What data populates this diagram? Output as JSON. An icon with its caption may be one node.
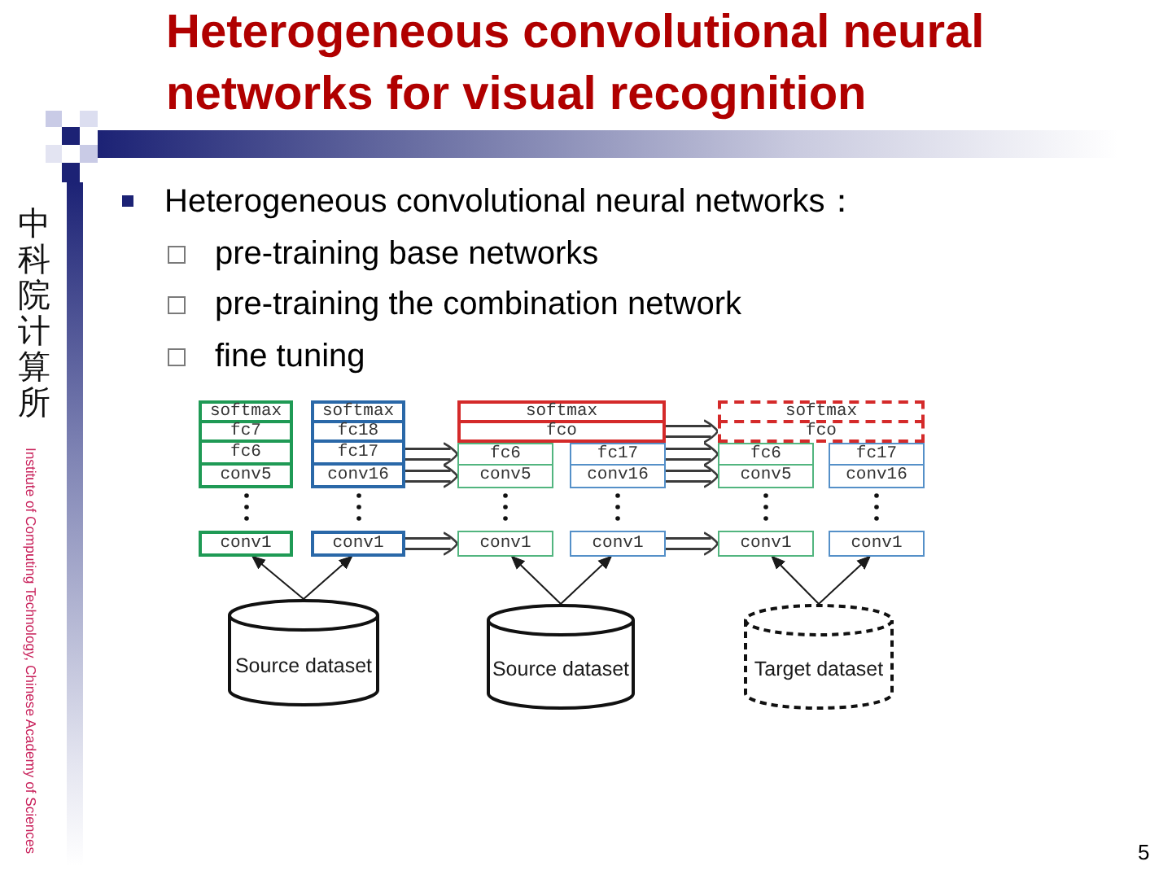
{
  "diagram": {
    "title": "Heterogeneous convolutional neural networks for visual recognition",
    "nodes": [
      {
        "text": [
          "softmax"
        ]
      },
      {
        "text": [
          "fc7"
        ]
      },
      {
        "text": [
          "fc6"
        ]
      },
      {
        "text": [
          "conv5"
        ]
      },
      {
        "text": [
          "conv1"
        ]
      },
      {
        "text": [
          "softmax"
        ]
      },
      {
        "text": [
          "fc18"
        ]
      },
      {
        "text": [
          "fc17"
        ]
      },
      {
        "text": [
          "conv16"
        ]
      },
      {
        "text": [
          "conv1"
        ]
      },
      {
        "text": [
          "softmax"
        ]
      },
      {
        "text": [
          "fco"
        ]
      },
      {
        "text": [
          "fc6"
        ]
      },
      {
        "text": [
          "conv5"
        ]
      },
      {
        "text": [
          "conv1"
        ]
      },
      {
        "text": [
          "fc17"
        ]
      },
      {
        "text": [
          "conv16"
        ]
      },
      {
        "text": [
          "conv1"
        ]
      },
      {
        "text": [
          "softmax"
        ]
      },
      {
        "text": [
          "fco"
        ]
      },
      {
        "text": [
          "fc6"
        ]
      },
      {
        "text": [
          "conv5"
        ]
      },
      {
        "text": [
          "conv1"
        ]
      },
      {
        "text": [
          "fc17"
        ]
      },
      {
        "text": [
          "conv16"
        ]
      },
      {
        "text": [
          "conv1"
        ]
      },
      {
        "text": [
          "Source dataset"
        ]
      },
      {
        "text": [
          "Source dataset"
        ]
      },
      {
        "text": [
          "Target dataset"
        ]
      }
    ],
    "edges": [
      {
        "from": 26,
        "to": 4,
        "arrow": "to"
      },
      {
        "from": 26,
        "to": 9,
        "arrow": "to"
      },
      {
        "from": 27,
        "to": 14,
        "arrow": "to"
      },
      {
        "from": 27,
        "to": 17,
        "arrow": "to"
      },
      {
        "from": 28,
        "to": 22,
        "arrow": "to"
      },
      {
        "from": 28,
        "to": 25,
        "arrow": "to"
      },
      {
        "from": 7,
        "to": 12,
        "arrow": "to",
        "style": "thick"
      },
      {
        "from": 8,
        "to": 13,
        "arrow": "to",
        "style": "thick"
      },
      {
        "from": 9,
        "to": 14,
        "arrow": "to",
        "style": "thick"
      },
      {
        "from": 11,
        "to": 19,
        "arrow": "to",
        "style": "thick"
      },
      {
        "from": 15,
        "to": 20,
        "arrow": "to",
        "style": "thick"
      },
      {
        "from": 16,
        "to": 21,
        "arrow": "to",
        "style": "thick"
      },
      {
        "from": 17,
        "to": 22,
        "arrow": "to",
        "style": "thick"
      }
    ],
    "labels": [
      "Heterogeneous convolutional neural networks：",
      "pre-training base networks",
      "pre-training the combination network",
      "fine tuning",
      "中科院计算所",
      "Institute of Computing Technology, Chinese Academy of Sciences",
      "5"
    ]
  }
}
